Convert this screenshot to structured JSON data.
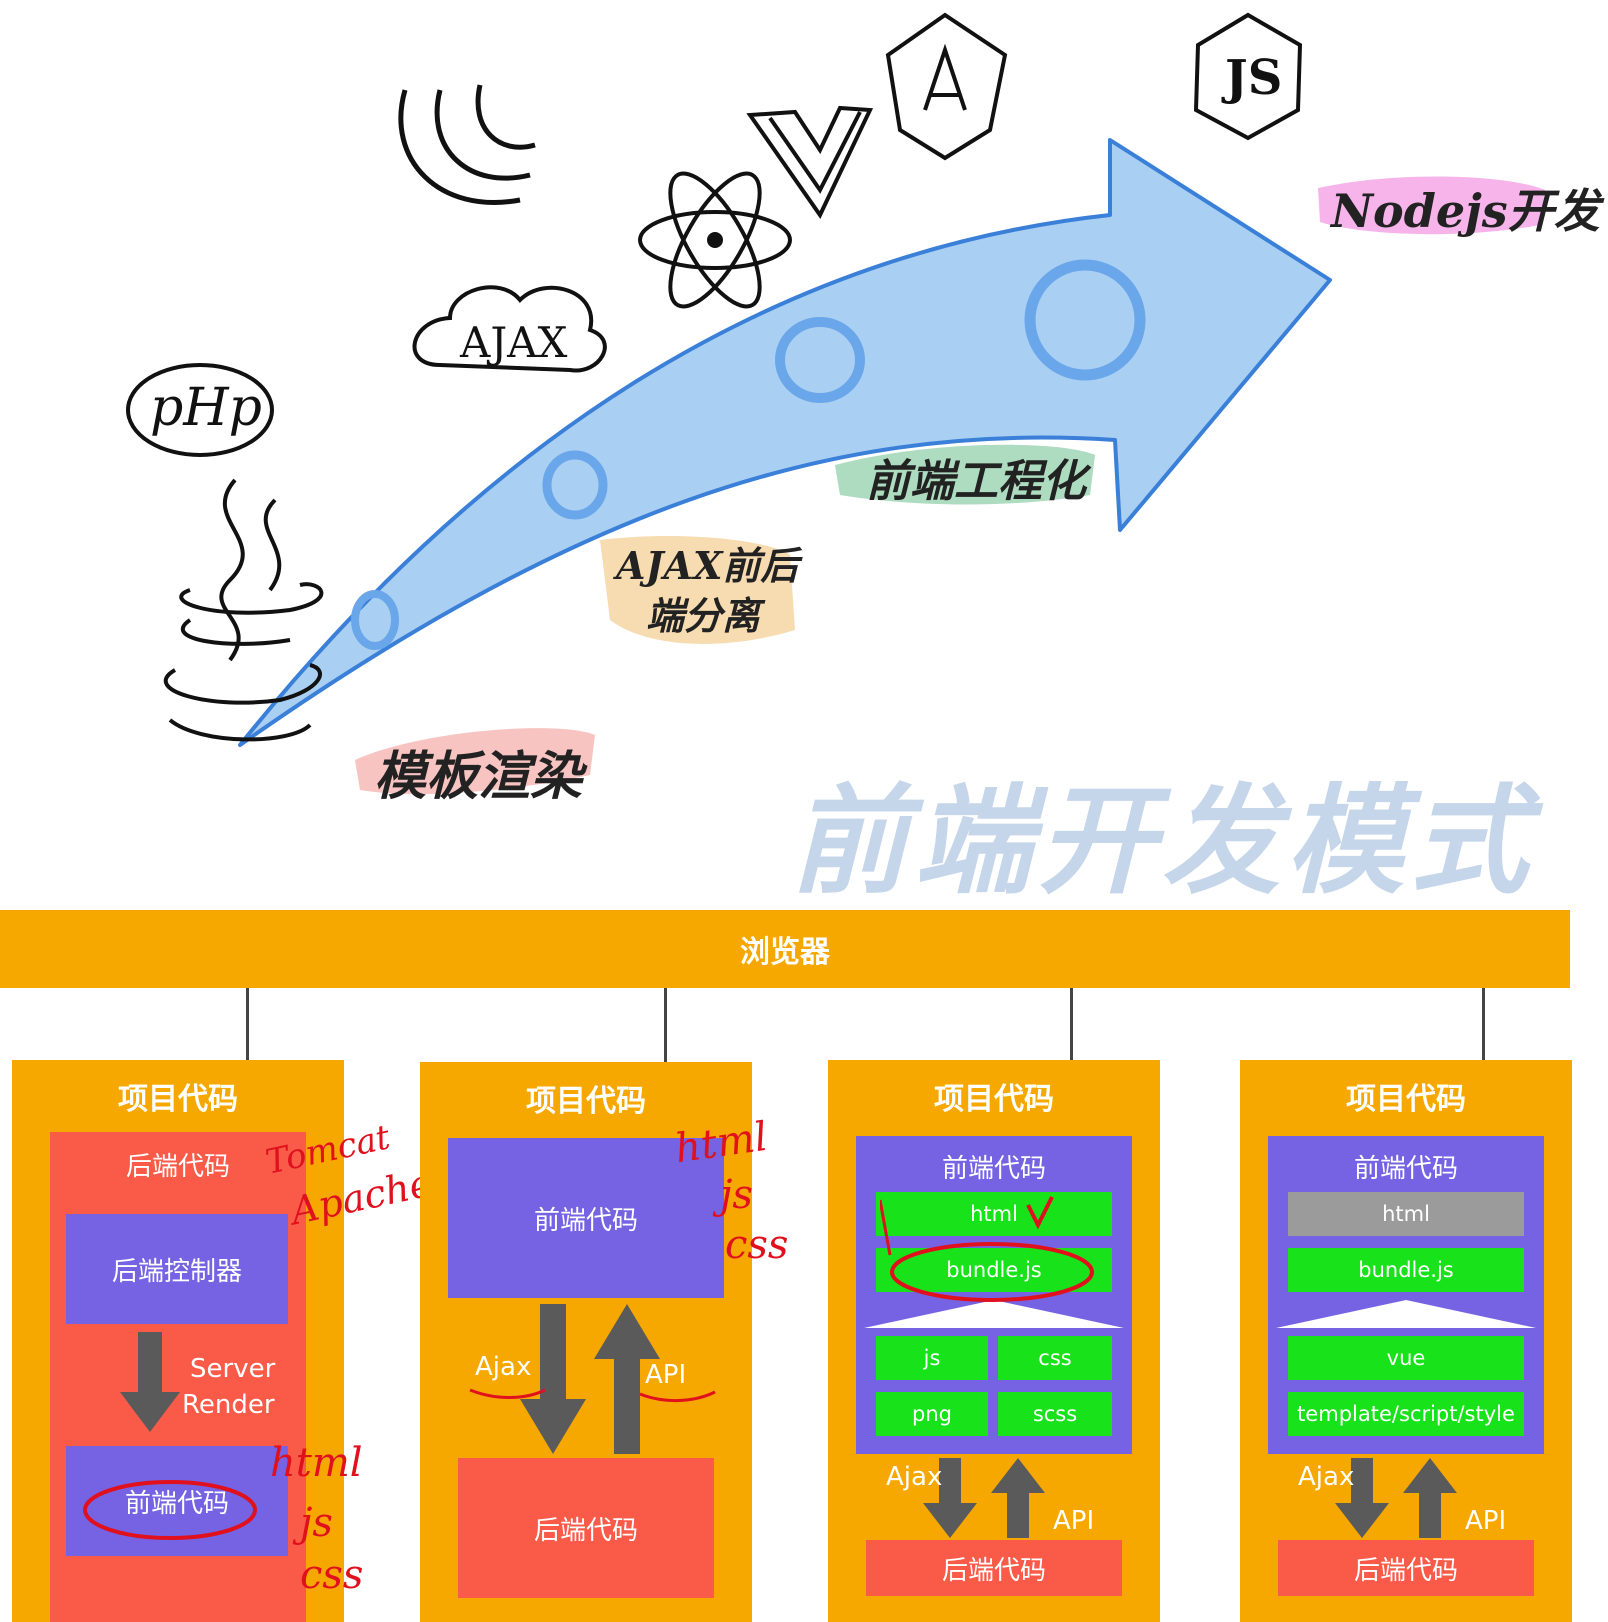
{
  "sketch": {
    "logos": {
      "php": "pHp",
      "ajax": "AJAX",
      "js": "JS"
    },
    "stages": {
      "template_render": "模板渲染",
      "ajax_separation_line1": "AJAX前后",
      "ajax_separation_line2": "端分离",
      "frontend_engineering": "前端工程化",
      "nodejs": "Nodejs开发"
    },
    "watermark": "前端开发模式"
  },
  "diagram": {
    "browser": "浏览器",
    "columns": [
      {
        "title": "项目代码",
        "backend": "后端代码",
        "controller": "后端控制器",
        "server_render_1": "Server",
        "server_render_2": "Render",
        "frontend": "前端代码",
        "notes": [
          "Tomcat",
          "Apache",
          "html",
          "js",
          "css"
        ]
      },
      {
        "title": "项目代码",
        "frontend": "前端代码",
        "ajax": "Ajax",
        "api": "API",
        "backend": "后端代码",
        "notes": [
          "html",
          "js",
          "css"
        ]
      },
      {
        "title": "项目代码",
        "frontend": "前端代码",
        "html": "html",
        "bundle": "bundle.js",
        "js": "js",
        "css": "css",
        "png": "png",
        "scss": "scss",
        "ajax": "Ajax",
        "api": "API",
        "backend": "后端代码"
      },
      {
        "title": "项目代码",
        "frontend": "前端代码",
        "html": "html",
        "bundle": "bundle.js",
        "vue": "vue",
        "tss": "template/script/style",
        "ajax": "Ajax",
        "api": "API",
        "backend": "后端代码"
      }
    ]
  },
  "colors": {
    "orange": "#f6a800",
    "red": "#fa5a48",
    "purple": "#7563e3",
    "green": "#18e21a",
    "grey": "#9b9b9b",
    "arrow_blue": "#a9cff2",
    "annotation_red": "#e0101d"
  }
}
